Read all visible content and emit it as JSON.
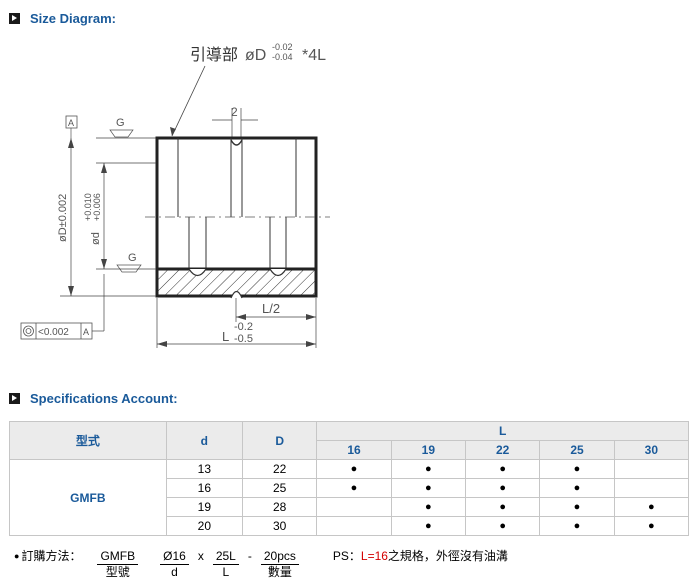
{
  "size_section": {
    "title": "Size Diagram:"
  },
  "diagram": {
    "guide_label": "引導部",
    "guide_dim": "øD",
    "guide_tol_upper": "-0.02",
    "guide_tol_lower": "-0.04",
    "guide_suffix": "*4L",
    "groove_width": "2",
    "datum_a": "A",
    "finish_g": "G",
    "dim_D": "øD±0.002",
    "dim_d": "ød",
    "dim_d_tol_upper": "+0.010",
    "dim_d_tol_lower": "+0.006",
    "concentricity": "<0.002",
    "half_length": "L/2",
    "length": "L",
    "length_tol_upper": "-0.2",
    "length_tol_lower": "-0.5"
  },
  "spec_section": {
    "title": "Specifications Account:"
  },
  "table": {
    "headers": {
      "model": "型式",
      "d": "d",
      "D": "D",
      "L": "L"
    },
    "l_values": [
      "16",
      "19",
      "22",
      "25",
      "30"
    ],
    "model": "GMFB",
    "dot": "●",
    "rows": [
      {
        "d": "13",
        "D": "22",
        "avail": [
          true,
          true,
          true,
          true,
          false
        ]
      },
      {
        "d": "16",
        "D": "25",
        "avail": [
          true,
          true,
          true,
          true,
          false
        ]
      },
      {
        "d": "19",
        "D": "28",
        "avail": [
          false,
          true,
          true,
          true,
          true
        ]
      },
      {
        "d": "20",
        "D": "30",
        "avail": [
          false,
          true,
          true,
          true,
          true
        ]
      }
    ]
  },
  "order_example": {
    "bullet": "●",
    "label": "訂購方法：",
    "parts": [
      {
        "value": "GMFB",
        "label": "型號"
      },
      {
        "value": "Ø16",
        "label": "d"
      },
      {
        "value": "25L",
        "label": "L"
      },
      {
        "value": "20pcs",
        "label": "數量"
      }
    ],
    "separators": [
      "x",
      "-"
    ],
    "ps_prefix": "PS：",
    "ps_highlight": "L=16",
    "ps_suffix": "之規格，外徑沒有油溝"
  },
  "colors": {
    "accent": "#1a5a9a",
    "highlight": "#d40000",
    "header_bg": "#ebebeb"
  }
}
